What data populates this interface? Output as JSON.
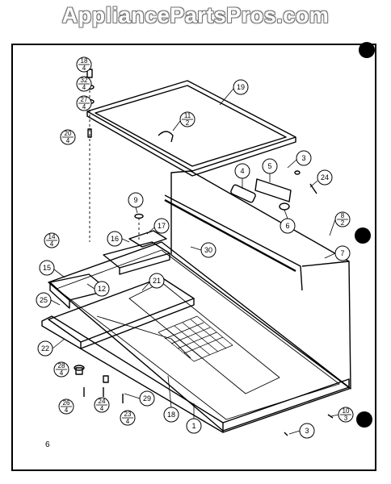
{
  "watermark": "AppliancePartsPros.com",
  "page_number": "6",
  "callouts": [
    {
      "id": "c18-4",
      "num": "18",
      "den": "4"
    },
    {
      "id": "c32-4",
      "num": "32",
      "den": "4"
    },
    {
      "id": "c27-4",
      "num": "27",
      "den": "4"
    },
    {
      "id": "c20-4",
      "num": "20",
      "den": "4"
    },
    {
      "id": "c11-2",
      "num": "11",
      "den": "2"
    },
    {
      "id": "c14-4",
      "num": "14",
      "den": "4"
    },
    {
      "id": "c28-4",
      "num": "28",
      "den": "4"
    },
    {
      "id": "c26-4",
      "num": "26",
      "den": "4"
    },
    {
      "id": "c24-4",
      "num": "24",
      "den": "4"
    },
    {
      "id": "c23-4",
      "num": "23",
      "den": "4"
    },
    {
      "id": "c8-2",
      "num": "8",
      "den": "2"
    },
    {
      "id": "c10-3",
      "num": "10",
      "den": "3"
    }
  ],
  "labels": [
    "19",
    "4",
    "5",
    "3",
    "24",
    "6",
    "9",
    "17",
    "16",
    "30",
    "7",
    "15",
    "12",
    "21",
    "25",
    "22",
    "29",
    "18",
    "1",
    "3"
  ]
}
